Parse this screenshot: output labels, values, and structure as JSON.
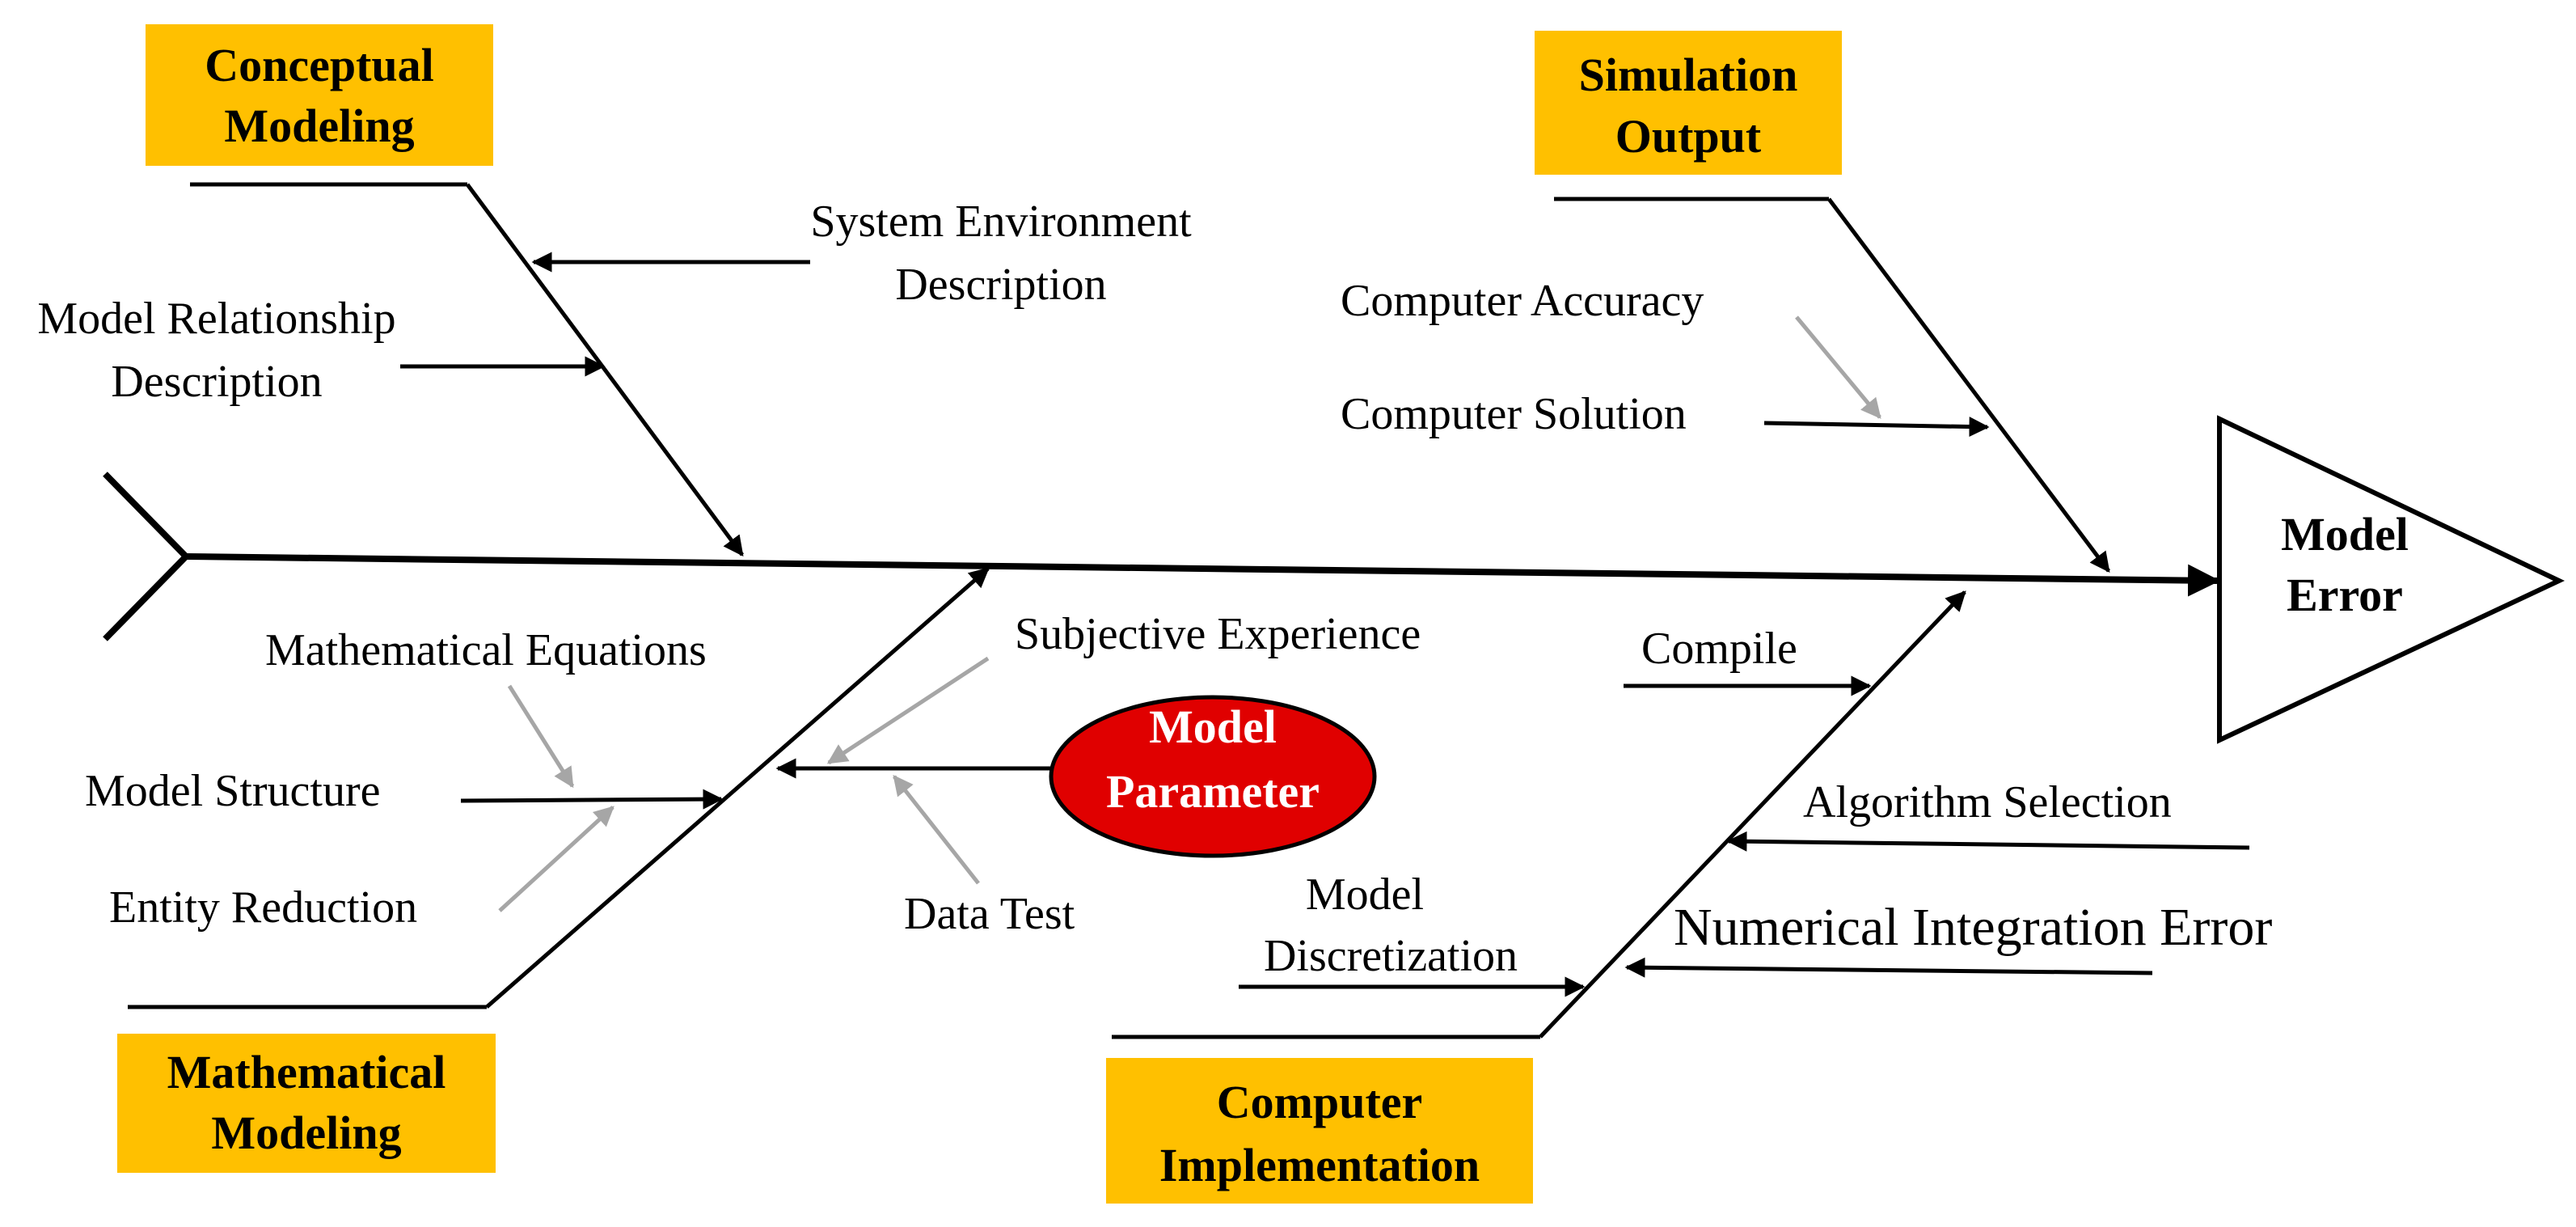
{
  "colors": {
    "category_box": "#ffc000",
    "primary_cause_oval": "#e00000",
    "line": "#000000",
    "secondary_arrow": "#a6a6a6"
  },
  "head": {
    "line1": "Model",
    "line2": "Error"
  },
  "categories": {
    "conceptual": {
      "line1": "Conceptual",
      "line2": "Modeling"
    },
    "simulation": {
      "line1": "Simulation",
      "line2": "Output"
    },
    "mathematical": {
      "line1": "Mathematical",
      "line2": "Modeling"
    },
    "computer": {
      "line1": "Computer",
      "line2": "Implementation"
    }
  },
  "causes": {
    "system_env": {
      "line1": "System Environment",
      "line2": "Description"
    },
    "model_relationship": {
      "line1": "Model Relationship",
      "line2": "Description"
    },
    "computer_accuracy": "Computer Accuracy",
    "computer_solution": "Computer Solution",
    "mathematical_equations": "Mathematical Equations",
    "model_structure": "Model Structure",
    "entity_reduction": "Entity Reduction",
    "subjective_experience": "Subjective Experience",
    "data_test": "Data Test",
    "compile": "Compile",
    "algorithm_selection": "Algorithm  Selection",
    "model_discretization": {
      "line1": "Model",
      "line2": "Discretization"
    },
    "numerical_integration": "Numerical Integration Error"
  },
  "model_parameter": {
    "line1": "Model",
    "line2": "Parameter"
  }
}
